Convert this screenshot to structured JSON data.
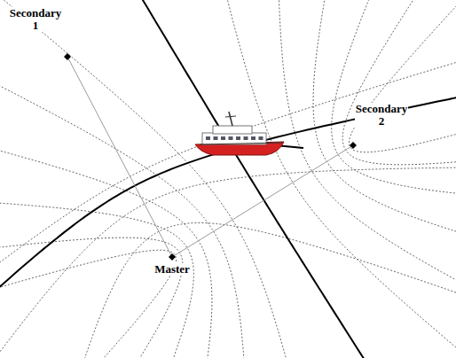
{
  "diagram": {
    "labels": [
      "Secondary 1",
      "Master",
      "Secondary 2"
    ]
  }
}
